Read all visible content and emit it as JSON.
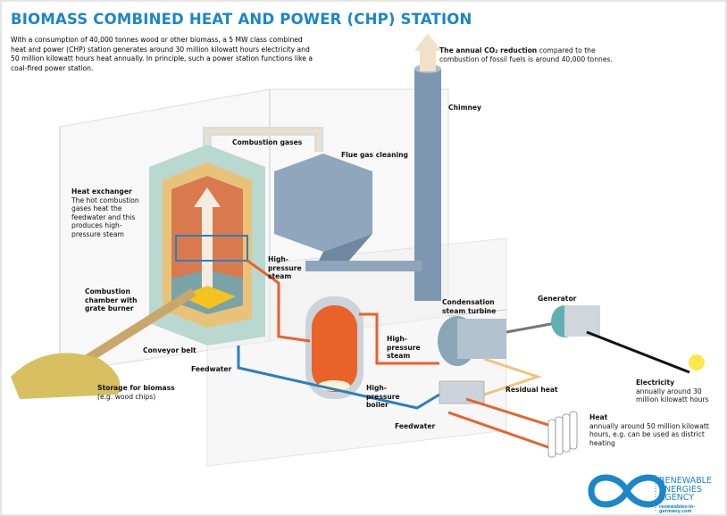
{
  "title": "BIOMASS COMBINED HEAT AND POWER (CHP) STATION",
  "intro": "With a consumption of 40,000 tonnes wood or other biomass, a 5 MW class combined heat and power (CHP) station generates around 30 million kilowatt hours electricity and 50 million kilowatt hours heat annually. In principle, such a power station functions like a coal-fired power station.",
  "co2": {
    "bold": "The annual CO₂ reduction",
    "text": " compared to the combustion of fossil fuels is around 40,000 tonnes."
  },
  "labels": {
    "chimney": "Chimney",
    "combustion_gases": "Combustion gases",
    "flue_gas_cleaning": "Flue gas cleaning",
    "heat_exchanger": "Heat exchanger",
    "heat_exchanger_desc": "The hot combustion gases heat the feedwater and this produces high-pressure steam",
    "hp_steam_1": "High-pressure steam",
    "combustion_chamber": "Combustion chamber with grate burner",
    "conveyor_belt": "Conveyor belt",
    "feedwater_1": "Feedwater",
    "storage": "Storage for biomass",
    "storage_desc": "(e.g. wood chips)",
    "turbine": "Condensation steam turbine",
    "generator": "Generator",
    "hp_steam_2": "High-pressure steam",
    "boiler": "High-pressure boiler",
    "residual_heat": "Residual heat",
    "feedwater_2": "Feedwater",
    "electricity": "Electricity",
    "electricity_desc": "annually around 30 million kilowatt hours",
    "heat": "Heat",
    "heat_desc": "annually around 50 million kilowatt hours, e.g. can be used as district heating"
  },
  "logo": {
    "name": "RENEWABLE ENERGIES AGENCY",
    "url": "renewables-in-germany.com"
  },
  "colors": {
    "title": "#1b86c8",
    "steam": "#e8622a",
    "feedwater": "#2a7fc0",
    "residual": "#f2c27a",
    "chimney": "#7d97b0"
  }
}
